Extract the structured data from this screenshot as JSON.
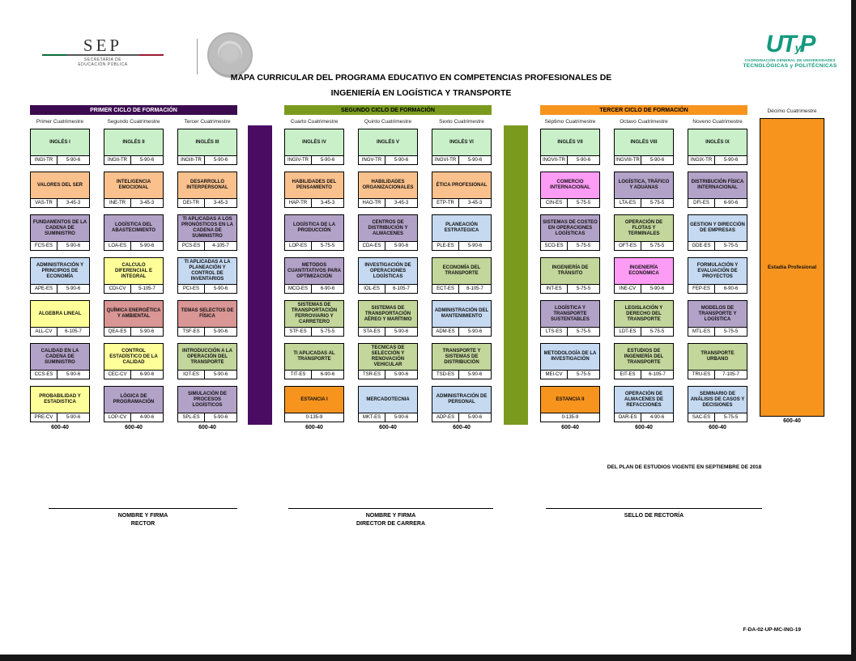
{
  "page": {
    "title_line1": "MAPA CURRICULAR DEL PROGRAMA EDUCATIVO EN COMPETENCIAS PROFESIONALES DE",
    "title_line2": "INGENIERÍA EN LOGÍSTICA Y TRANSPORTE",
    "plan_note": "DEL PLAN DE ESTUDIOS VIGENTE EN SEPTIEMBRE DE 2018",
    "form_code": "F-DA-02-UP-MC-ING-19"
  },
  "logos": {
    "sep": {
      "acronym": "SEP",
      "caption": "SECRETARÍA DE\nEDUCACIÓN PÚBLICA"
    },
    "utp": {
      "acronym_u": "UT",
      "acronym_y": "y",
      "acronym_p": "P",
      "caption1": "COORDINACIÓN GENERAL DE UNIVERSIDADES",
      "caption2": "TECNOLÓGICAS y POLITÉCNICAS",
      "color": "#12997e"
    }
  },
  "colors": {
    "pale_green": "#caf0ca",
    "peach": "#fbc18d",
    "lavender": "#b3a2c8",
    "blue": "#c5d9f1",
    "yellow": "#ffff99",
    "rose": "#d99694",
    "olive": "#c3d69b",
    "pink": "#fd9cf5",
    "orange": "#f7941e",
    "cycle1_header_bg": "#3b0a4f",
    "cycle1_header_fg": "#ffffff",
    "cycle1_bar": "#4a0b63",
    "cycle2_header_bg": "#7a9a1e",
    "cycle2_header_fg": "#000000",
    "cycle2_bar": "#7a9a1e",
    "cycle3_header_bg": "#f7941e",
    "cycle3_header_fg": "#000000"
  },
  "cycles": [
    {
      "label": "PRIMER CICLO DE FORMACIÓN",
      "header_bg": "#3b0a4f",
      "header_fg": "#ffffff",
      "columns": [
        {
          "label": "Primer Cuatrimestre",
          "total": "600-40",
          "courses": [
            {
              "title": "INGLÉS I",
              "code": "INGI-TR",
              "hours": "5-90-6",
              "color": "pale_green"
            },
            {
              "title": "VALORES DEL SER",
              "code": "VAS-TR",
              "hours": "3-45-3",
              "color": "peach"
            },
            {
              "title": "FUNDAMENTOS DE LA CADENA DE SUMINISTRO",
              "code": "FCS-ES",
              "hours": "5-90-6",
              "color": "lavender"
            },
            {
              "title": "ADMINISTRACIÓN Y PRINCIPIOS DE ECONOMÍA",
              "code": "APE-ES",
              "hours": "5-90-6",
              "color": "blue"
            },
            {
              "title": "ALGEBRA LINEAL",
              "code": "ALL-CV",
              "hours": "6-105-7",
              "color": "yellow"
            },
            {
              "title": "CALIDAD EN LA CADENA DE SUMINISTRO",
              "code": "CCS-ES",
              "hours": "5-90-6",
              "color": "lavender"
            },
            {
              "title": "PROBABILIDAD Y ESTADISTICA",
              "code": "PRE-CV",
              "hours": "5-90-6",
              "color": "yellow"
            }
          ]
        },
        {
          "label": "Segundo Cuatrimestre",
          "total": "600-40",
          "courses": [
            {
              "title": "INGLÉS II",
              "code": "INGII-TR",
              "hours": "5-90-6",
              "color": "pale_green"
            },
            {
              "title": "INTELIGENCIA EMOCIONAL",
              "code": "INE-TR",
              "hours": "3-45-3",
              "color": "peach"
            },
            {
              "title": "LOGÍSTICA DEL ABASTECIMIENTO",
              "code": "LOA-ES",
              "hours": "5-90-6",
              "color": "lavender"
            },
            {
              "title": "CALCULO DIFERENCIAL E INTEGRAL",
              "code": "CDI-CV",
              "hours": "5-105-7",
              "color": "yellow"
            },
            {
              "title": "QUÍMICA ENERGÉTICA Y AMBIENTAL",
              "code": "QEA-ES",
              "hours": "5-90-6",
              "color": "rose"
            },
            {
              "title": "CONTROL ESTADÍSTICO DE LA CALIDAD",
              "code": "CEC-CV",
              "hours": "6-90-6",
              "color": "yellow"
            },
            {
              "title": "LÓGICA DE PROGRAMACIÓN",
              "code": "LOP-CV",
              "hours": "4-90-6",
              "color": "lavender"
            }
          ]
        },
        {
          "label": "Tercer Cuatrimestre",
          "total": "600-40",
          "courses": [
            {
              "title": "INGLÉS III",
              "code": "INGIII-TR",
              "hours": "5-90-6",
              "color": "pale_green"
            },
            {
              "title": "DESARROLLO INTERPERSONAL",
              "code": "DEI-TR",
              "hours": "3-45-3",
              "color": "peach"
            },
            {
              "title": "TI APLICADAS A LOS PRONÓSTICOS EN LA CADENA DE SUMINISTRO",
              "code": "PCS-ES",
              "hours": "4-105-7",
              "color": "lavender"
            },
            {
              "title": "TI APLICADAS A LA PLANEACIÓN Y CONTROL DE INVENTARIOS",
              "code": "PCI-ES",
              "hours": "5-90-6",
              "color": "blue"
            },
            {
              "title": "TEMAS SELECTOS DE FÍSICA",
              "code": "TSF-ES",
              "hours": "5-90-6",
              "color": "rose"
            },
            {
              "title": "INTRODUCCIÓN A LA OPERACIÓN DEL TRANSPORTE",
              "code": "IOT-ES",
              "hours": "5-90-6",
              "color": "olive"
            },
            {
              "title": "SIMULACIÓN DE PROCESOS LOGÍSTICOS",
              "code": "SPL-ES",
              "hours": "5-90-6",
              "color": "lavender"
            }
          ]
        }
      ]
    },
    {
      "label": "SEGUNDO CICLO DE FORMACIÓN",
      "header_bg": "#7a9a1e",
      "header_fg": "#000000",
      "columns": [
        {
          "label": "Cuarto Cuatrimestre",
          "total": "600-40",
          "courses": [
            {
              "title": "INGLÉS IV",
              "code": "INGIV-TR",
              "hours": "5-90-6",
              "color": "pale_green"
            },
            {
              "title": "HABILIDADES DEL PENSAMIENTO",
              "code": "HAP-TR",
              "hours": "3-45-3",
              "color": "peach"
            },
            {
              "title": "LOGÍSTICA DE LA PRODUCCIÓN",
              "code": "LOP-ES",
              "hours": "5-75-5",
              "color": "lavender"
            },
            {
              "title": "METODOS CUANTITATIVOS PARA OPTIMIZACIÓN",
              "code": "MCO-ES",
              "hours": "6-90-6",
              "color": "lavender"
            },
            {
              "title": "SISTEMAS DE TRANSPORTACIÓN FERROVIARIO Y CARRETERO",
              "code": "STF-ES",
              "hours": "5-75-5",
              "color": "olive"
            },
            {
              "title": "TI APLICADAS AL TRANSPORTE",
              "code": "TIT-ES",
              "hours": "6-90-6",
              "color": "olive"
            },
            {
              "title": "ESTANCIA I",
              "code": "",
              "hours": "0-135-9",
              "color": "orange",
              "estancia": true
            }
          ]
        },
        {
          "label": "Quinto Cuatrimestre",
          "total": "600-40",
          "courses": [
            {
              "title": "INGLÉS V",
              "code": "INGV-TR",
              "hours": "5-90-6",
              "color": "pale_green"
            },
            {
              "title": "HABILIDADES ORGANIZACIONALES",
              "code": "HAO-TR",
              "hours": "3-45-3",
              "color": "peach"
            },
            {
              "title": "CENTROS DE DISTRIBUCIÓN Y ALMACENES",
              "code": "CDA-ES",
              "hours": "5-90-6",
              "color": "lavender"
            },
            {
              "title": "INVESTIGACIÓN DE OPERACIONES LOGÍSTICAS",
              "code": "IOL-ES",
              "hours": "6-105-7",
              "color": "blue"
            },
            {
              "title": "SISTEMAS DE TRANSPORTACIÓN AÉREO Y MARÍTIMO",
              "code": "STA-ES",
              "hours": "5-90-6",
              "color": "olive"
            },
            {
              "title": "TECNICAS DE SELECCIÓN Y RENOVACIÓN VEHICULAR",
              "code": "TSR-ES",
              "hours": "5-90-6",
              "color": "olive"
            },
            {
              "title": "MERCADOTECNIA",
              "code": "MKT-ES",
              "hours": "5-90-6",
              "color": "blue"
            }
          ]
        },
        {
          "label": "Sexto Cuatrimestre",
          "total": "600-40",
          "courses": [
            {
              "title": "INGLÉS VI",
              "code": "INGVI-TR",
              "hours": "5-90-6",
              "color": "pale_green"
            },
            {
              "title": "ÉTICA PROFESIONAL",
              "code": "ETP-TR",
              "hours": "3-45-3",
              "color": "peach"
            },
            {
              "title": "PLANEACIÓN ESTRATEGICA",
              "code": "PLE-ES",
              "hours": "5-90-6",
              "color": "blue"
            },
            {
              "title": "ECONOMÍA DEL TRANSPORTE",
              "code": "ECT-ES",
              "hours": "6-105-7",
              "color": "olive"
            },
            {
              "title": "ADMINISTRACIÓN DEL MANTENIMIENTO",
              "code": "ADM-ES",
              "hours": "5-90-6",
              "color": "blue"
            },
            {
              "title": "TRANSPORTE Y SISTEMAS DE DISTRIBUCIÓN",
              "code": "TSD-ES",
              "hours": "5-90-6",
              "color": "olive"
            },
            {
              "title": "ADMINISTRACIÓN DE PERSONAL",
              "code": "ADP-ES",
              "hours": "5-90-6",
              "color": "blue"
            }
          ]
        }
      ]
    },
    {
      "label": "TERCER CICLO DE FORMACIÓN",
      "header_bg": "#f7941e",
      "header_fg": "#000000",
      "columns": [
        {
          "label": "Séptimo Cuatrimestre",
          "total": "600-40",
          "courses": [
            {
              "title": "INGLÉS VII",
              "code": "INGVII-TR",
              "hours": "5-90-6",
              "color": "pale_green"
            },
            {
              "title": "COMERCIO INTERNACIONAL",
              "code": "CIN-ES",
              "hours": "5-75-5",
              "color": "pink"
            },
            {
              "title": "SISTEMAS DE COSTEO EN OPERACIONES LOGÍSTICAS",
              "code": "SCO-ES",
              "hours": "5-75-5",
              "color": "lavender"
            },
            {
              "title": "INGENIERÍA DE TRÁNSITO",
              "code": "INT-ES",
              "hours": "5-75-5",
              "color": "olive"
            },
            {
              "title": "LOGÍSTICA Y TRANSPORTE SUSTENTABLES",
              "code": "LTS-ES",
              "hours": "5-75-5",
              "color": "lavender"
            },
            {
              "title": "METODOLOGÍA DE LA INVESTIGACIÓN",
              "code": "MEI-CV",
              "hours": "5-75-5",
              "color": "blue"
            },
            {
              "title": "ESTANCIA II",
              "code": "",
              "hours": "0-135-9",
              "color": "orange",
              "estancia": true
            }
          ]
        },
        {
          "label": "Octavo Cuatrimestre",
          "total": "600-40",
          "courses": [
            {
              "title": "INGLÉS VIII",
              "code": "INGVIII-TR",
              "hours": "5-90-6",
              "color": "pale_green"
            },
            {
              "title": "LOGÍSTICA, TRÁFICO Y ADUANAS",
              "code": "LTA-ES",
              "hours": "5-75-5",
              "color": "lavender"
            },
            {
              "title": "OPERACIÓN DE FLOTAS Y TERMINALES",
              "code": "OFT-ES",
              "hours": "5-75-5",
              "color": "olive"
            },
            {
              "title": "INGENIERÍA ECONÓMICA",
              "code": "INE-CV",
              "hours": "5-90-6",
              "color": "pink"
            },
            {
              "title": "LEGISLACIÓN Y DERECHO DEL TRANSPORTE",
              "code": "LDT-ES",
              "hours": "5-75-5",
              "color": "olive"
            },
            {
              "title": "ESTUDIOS DE INGENIERÍA DEL TRANSPORTE",
              "code": "EIT-ES",
              "hours": "6-105-7",
              "color": "olive"
            },
            {
              "title": "OPERACIÓN DE ALMACENES DE REFACCIONES",
              "code": "OAR-ES",
              "hours": "4-90-6",
              "color": "blue"
            }
          ]
        },
        {
          "label": "Noveno Cuatrimestre",
          "total": "600-40",
          "courses": [
            {
              "title": "INGLÉS IX",
              "code": "INGIX-TR",
              "hours": "5-90-6",
              "color": "pale_green"
            },
            {
              "title": "DISTRIBUCIÓN FÍSICA INTERNACIONAL",
              "code": "DFI-ES",
              "hours": "6-90-6",
              "color": "lavender"
            },
            {
              "title": "GESTION Y DIRECCIÓN DE EMPRESAS",
              "code": "GDE-ES",
              "hours": "5-75-5",
              "color": "blue"
            },
            {
              "title": "FORMULACIÓN Y EVALUACIÓN DE PROYECTOS",
              "code": "FEP-ES",
              "hours": "6-90-6",
              "color": "blue"
            },
            {
              "title": "MODELOS DE TRANSPORTE Y LOGÍSTICA",
              "code": "MTL-ES",
              "hours": "5-75-5",
              "color": "lavender"
            },
            {
              "title": "TRANSPORTE URBANO",
              "code": "TRU-ES",
              "hours": "7-105-7",
              "color": "olive"
            },
            {
              "title": "SEMINARIO DE ANÁLISIS DE CASOS Y DECISIONES",
              "code": "SAC-ES",
              "hours": "5-75-5",
              "color": "blue"
            }
          ]
        }
      ]
    }
  ],
  "decimo": {
    "label": "Décimo Cuatrimestre",
    "course": "Estadía Profesional",
    "total": "600-40",
    "color": "#f7941e"
  },
  "signatures": [
    {
      "line1": "NOMBRE Y FIRMA",
      "line2": "RECTOR"
    },
    {
      "line1": "NOMBRE Y FIRMA",
      "line2": "DIRECTOR DE CARRERA"
    },
    {
      "line1": "SELLO DE RECTORÍA",
      "line2": ""
    }
  ]
}
